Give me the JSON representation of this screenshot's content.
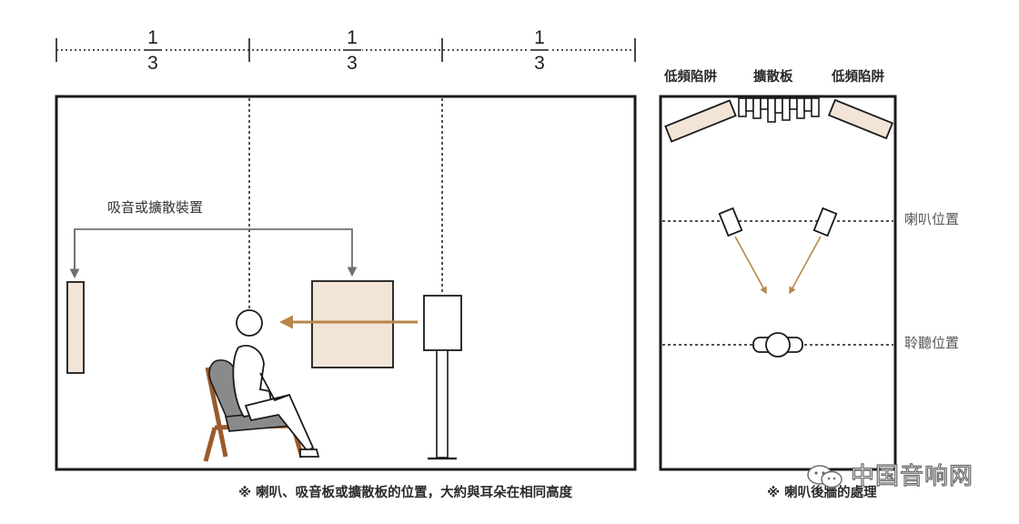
{
  "fractions": [
    {
      "numerator": "1",
      "denominator": "3"
    },
    {
      "numerator": "1",
      "denominator": "3"
    },
    {
      "numerator": "1",
      "denominator": "3"
    }
  ],
  "labels": {
    "absorber_diffuser": "吸音或擴散裝置",
    "bass_trap_left": "低頻陷阱",
    "diffuser_panel": "擴散板",
    "bass_trap_right": "低頻陷阱",
    "speaker_position": "喇叭位置",
    "listening_position": "聆聽位置"
  },
  "notes": {
    "left": "※ 喇叭、吸音板或擴散板的位置，大約與耳朵在相同高度",
    "right": "※ 喇叭後牆的處理"
  },
  "watermark": {
    "text": "中国音响网",
    "icon": "wechat-icon"
  },
  "colors": {
    "line": "#1a1a1a",
    "panel_fill": "#f2e4d6",
    "arrow_orange": "#b8864a",
    "arrow_gray": "#707070",
    "chair_frame": "#9a5a2a",
    "chair_cushion": "#8a8a8a"
  }
}
